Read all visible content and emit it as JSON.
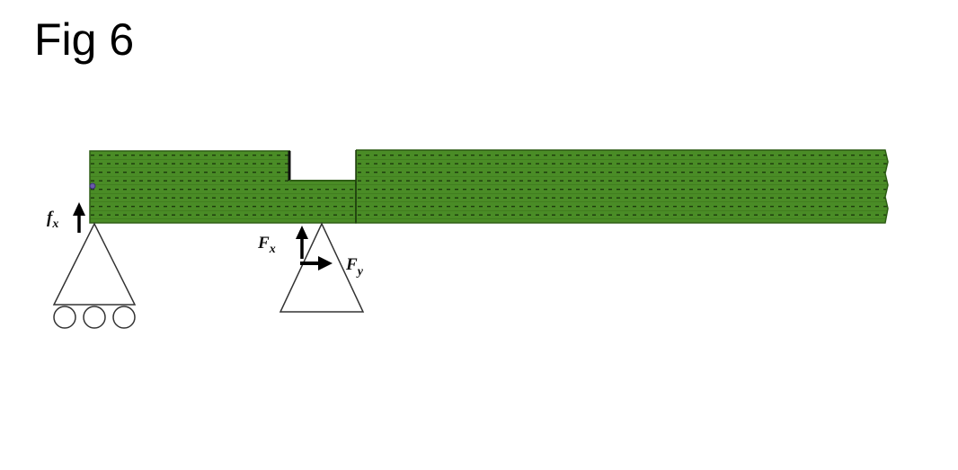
{
  "figure": {
    "title": "Fig 6"
  },
  "labels": {
    "reaction_left": {
      "main": "f",
      "sub": "x"
    },
    "reaction_right_vertical": {
      "main": "F",
      "sub": "x"
    },
    "reaction_right_horizontal": {
      "main": "F",
      "sub": "y"
    }
  },
  "supports": [
    {
      "kind": "roller",
      "rollers": 3
    },
    {
      "kind": "pin"
    }
  ],
  "colors": {
    "beam_fill": "#4a8c26",
    "beam_dark": "#2f5e16",
    "mesh_line": "#1c3a0c",
    "outline": "#333333",
    "arrow": "#000000"
  }
}
